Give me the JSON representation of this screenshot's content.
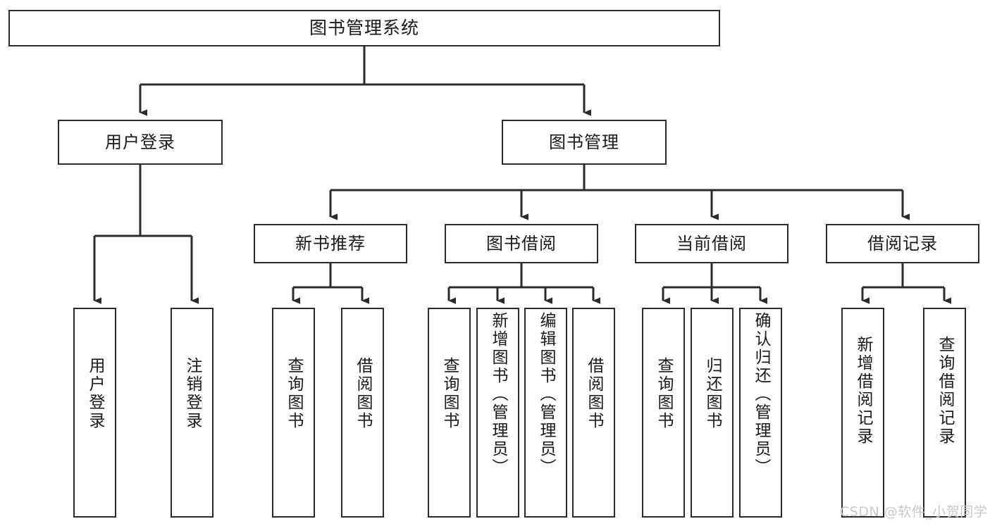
{
  "diagram": {
    "type": "tree-hierarchy",
    "title": "图书管理系统",
    "orientation": "top-down",
    "colors": {
      "box_border": "#2b2b2b",
      "box_fill": "#ffffff",
      "connector": "#2b2b2b",
      "text": "#1a1a1a",
      "watermark": "#c9c9c9",
      "page_background": "#ffffff"
    },
    "levels": {
      "root": [
        "图书管理系统"
      ],
      "level2": [
        "用户登录",
        "图书管理"
      ],
      "level3": [
        "新书推荐",
        "图书借阅",
        "当前借阅",
        "借阅记录"
      ],
      "leaves": [
        "用户登录",
        "注销登录",
        "查询图书",
        "借阅图书",
        "查询图书",
        "新增图书（管理员）",
        "编辑图书（管理员）",
        "借阅图书",
        "查询图书",
        "归还图书",
        "确认归还（管理员）",
        "新增借阅记录",
        "查询借阅记录"
      ]
    },
    "nodes": {
      "root": {
        "label": "图书管理系统"
      },
      "user_login": {
        "label": "用户登录"
      },
      "book_manage": {
        "label": "图书管理"
      },
      "new_book_rec": {
        "label": "新书推荐"
      },
      "book_borrow": {
        "label": "图书借阅"
      },
      "current_borrow": {
        "label": "当前借阅"
      },
      "borrow_record": {
        "label": "借阅记录"
      },
      "leaf_user_login": {
        "label": "用户登录"
      },
      "leaf_logout": {
        "label": "注销登录"
      },
      "leaf_query_book_1": {
        "label": "查询图书"
      },
      "leaf_borrow_book_1": {
        "label": "借阅图书"
      },
      "leaf_query_book_2": {
        "label": "查询图书"
      },
      "leaf_add_book": {
        "label": "新增图书（管理员）"
      },
      "leaf_edit_book": {
        "label": "编辑图书（管理员）"
      },
      "leaf_borrow_book_2": {
        "label": "借阅图书"
      },
      "leaf_query_book_3": {
        "label": "查询图书"
      },
      "leaf_return_book": {
        "label": "归还图书"
      },
      "leaf_confirm_return": {
        "label": "确认归还（管理员）"
      },
      "leaf_add_record": {
        "label": "新增借阅记录"
      },
      "leaf_query_record": {
        "label": "查询借阅记录"
      }
    },
    "edges": [
      {
        "from": "root",
        "to": "user_login"
      },
      {
        "from": "root",
        "to": "book_manage"
      },
      {
        "from": "user_login",
        "to": "leaf_user_login"
      },
      {
        "from": "user_login",
        "to": "leaf_logout"
      },
      {
        "from": "book_manage",
        "to": "new_book_rec"
      },
      {
        "from": "book_manage",
        "to": "book_borrow"
      },
      {
        "from": "book_manage",
        "to": "current_borrow"
      },
      {
        "from": "book_manage",
        "to": "borrow_record"
      },
      {
        "from": "new_book_rec",
        "to": "leaf_query_book_1"
      },
      {
        "from": "new_book_rec",
        "to": "leaf_borrow_book_1"
      },
      {
        "from": "book_borrow",
        "to": "leaf_query_book_2"
      },
      {
        "from": "book_borrow",
        "to": "leaf_add_book"
      },
      {
        "from": "book_borrow",
        "to": "leaf_edit_book"
      },
      {
        "from": "book_borrow",
        "to": "leaf_borrow_book_2"
      },
      {
        "from": "current_borrow",
        "to": "leaf_query_book_3"
      },
      {
        "from": "current_borrow",
        "to": "leaf_return_book"
      },
      {
        "from": "current_borrow",
        "to": "leaf_confirm_return"
      },
      {
        "from": "borrow_record",
        "to": "leaf_add_record"
      },
      {
        "from": "borrow_record",
        "to": "leaf_query_record"
      }
    ]
  },
  "watermark": {
    "text": "CSDN @软件_小贺同学"
  }
}
